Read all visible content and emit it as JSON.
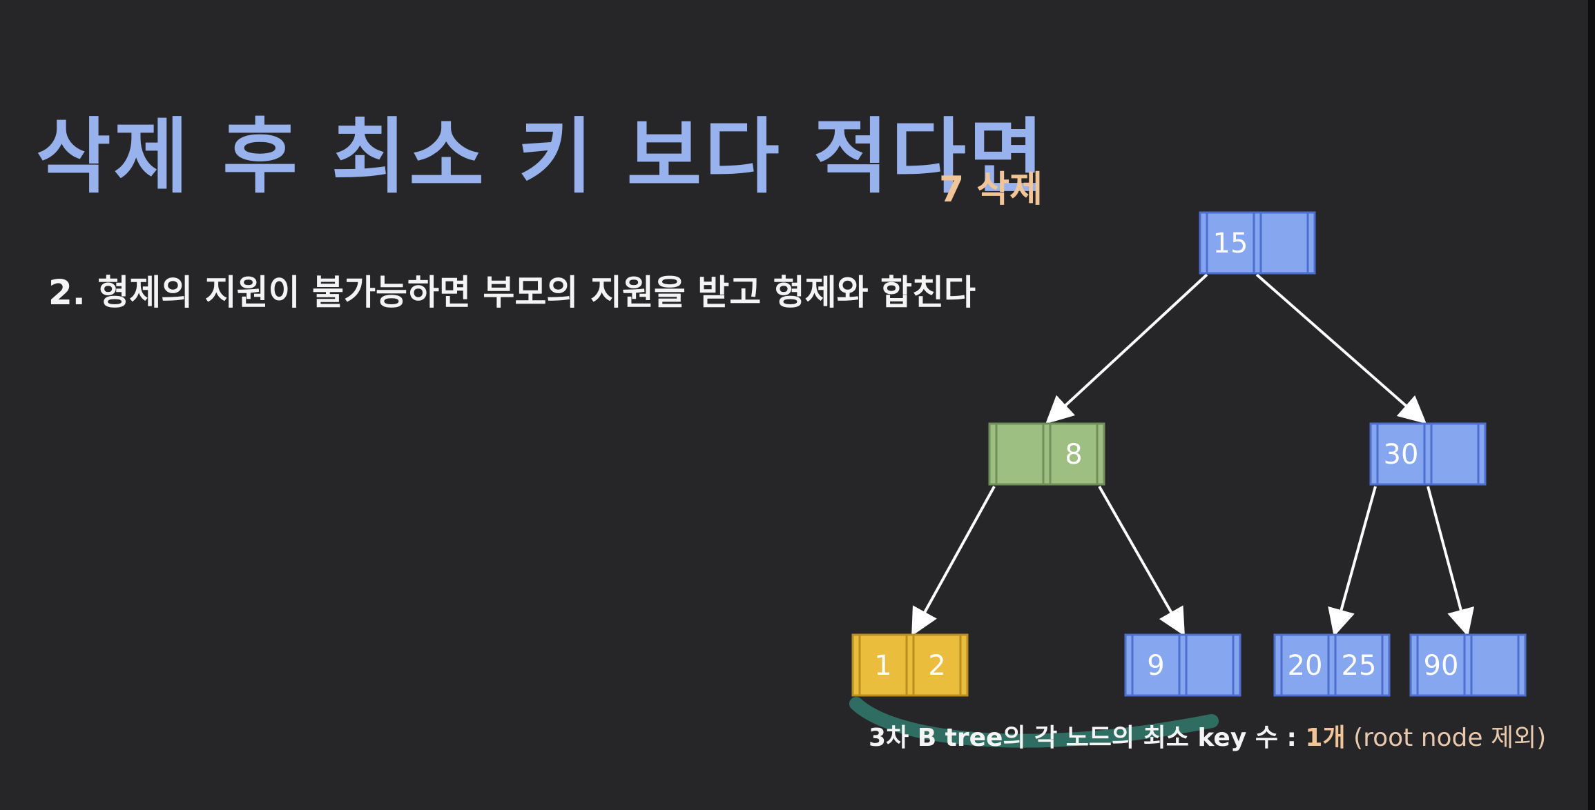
{
  "title": "삭제 후 최소 키 보다 적다면",
  "delete_label": "7 삭제",
  "subtitle": "2. 형제의 지원이 불가능하면 부모의 지원을 받고 형제와 합친다",
  "note": {
    "prefix": "3차 B tree의 각 노드의 최소 key 수 : ",
    "count": "1개",
    "suffix": " (root node 제외)"
  },
  "colors": {
    "background": "#262528",
    "title": "#97b2ec",
    "node_blue": "#86a6ef",
    "node_green": "#9ebf82",
    "node_yellow": "#ebbd3c",
    "accent": "#f1c597",
    "underline": "#2f6d63"
  },
  "tree": {
    "nodes": [
      {
        "id": "root",
        "keys": [
          "15",
          ""
        ],
        "color": "blue"
      },
      {
        "id": "left",
        "keys": [
          "",
          "8"
        ],
        "color": "green"
      },
      {
        "id": "right",
        "keys": [
          "30",
          ""
        ],
        "color": "blue"
      },
      {
        "id": "leaf-1",
        "keys": [
          "1",
          "2"
        ],
        "color": "yellow"
      },
      {
        "id": "leaf-2",
        "keys": [
          "9",
          ""
        ],
        "color": "blue"
      },
      {
        "id": "leaf-3",
        "keys": [
          "20",
          "25"
        ],
        "color": "blue"
      },
      {
        "id": "leaf-4",
        "keys": [
          "90",
          ""
        ],
        "color": "blue"
      }
    ],
    "edges": [
      [
        "root",
        "left"
      ],
      [
        "root",
        "right"
      ],
      [
        "left",
        "leaf-1"
      ],
      [
        "left",
        "leaf-2"
      ],
      [
        "right",
        "leaf-3"
      ],
      [
        "right",
        "leaf-4"
      ]
    ]
  }
}
